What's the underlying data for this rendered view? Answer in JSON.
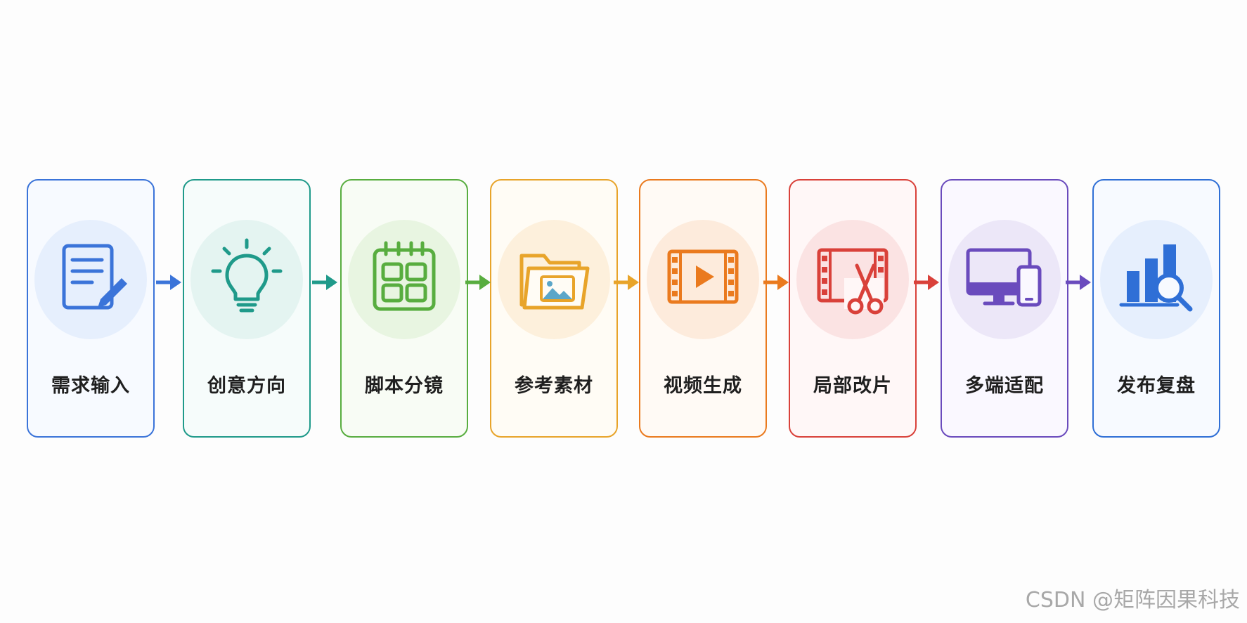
{
  "steps": [
    {
      "label": "需求输入",
      "icon": "document-edit-icon",
      "color": "#3b74d9",
      "bg": "#f7faff",
      "circle": "#e6effd"
    },
    {
      "label": "创意方向",
      "icon": "lightbulb-icon",
      "color": "#1f9a8a",
      "bg": "#f6fcfb",
      "circle": "#e4f4f1"
    },
    {
      "label": "脚本分镜",
      "icon": "storyboard-calendar-icon",
      "color": "#58ad3f",
      "bg": "#f8fcf5",
      "circle": "#e8f5e1"
    },
    {
      "label": "参考素材",
      "icon": "image-folder-icon",
      "color": "#e8a42a",
      "bg": "#fffcf5",
      "circle": "#fdf0dc"
    },
    {
      "label": "视频生成",
      "icon": "video-film-icon",
      "color": "#ea7a1e",
      "bg": "#fffaf5",
      "circle": "#fdebdc"
    },
    {
      "label": "局部改片",
      "icon": "film-scissors-icon",
      "color": "#d9413a",
      "bg": "#fff7f7",
      "circle": "#fbe3e3"
    },
    {
      "label": "多端适配",
      "icon": "multi-device-icon",
      "color": "#6a4bbd",
      "bg": "#faf8ff",
      "circle": "#ece7f8"
    },
    {
      "label": "发布复盘",
      "icon": "chart-search-icon",
      "color": "#2f6fd6",
      "bg": "#f7faff",
      "circle": "#e6effd"
    }
  ],
  "arrow_colors": [
    "#3b74d9",
    "#1f9a8a",
    "#58ad3f",
    "#e8a42a",
    "#ea7a1e",
    "#d9413a",
    "#6a4bbd"
  ],
  "watermark": "CSDN @矩阵因果科技"
}
